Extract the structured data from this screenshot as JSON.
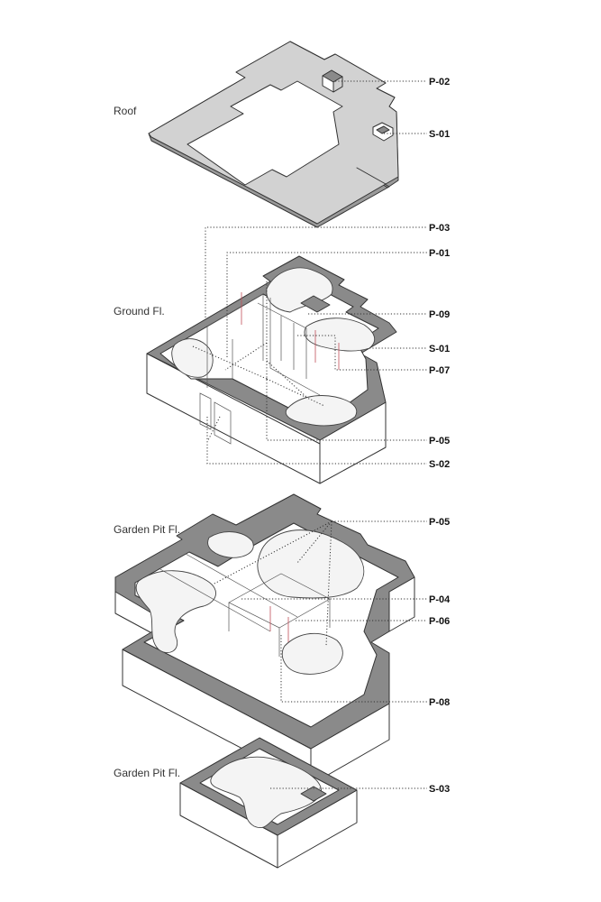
{
  "floors": [
    {
      "id": "roof",
      "label": "Roof"
    },
    {
      "id": "ground",
      "label": "Ground Fl."
    },
    {
      "id": "garden1",
      "label": "Garden Pit Fl."
    },
    {
      "id": "garden2",
      "label": "Garden Pit Fl."
    }
  ],
  "callouts": {
    "p02": "P-02",
    "s01_roof": "S-01",
    "p03": "P-03",
    "p01": "P-01",
    "p09": "P-09",
    "s01_ground": "S-01",
    "p07": "P-07",
    "p05_ground": "P-05",
    "s02": "S-02",
    "p05_garden": "P-05",
    "p04": "P-04",
    "p06": "P-06",
    "p08": "P-08",
    "s03": "S-03"
  },
  "colors": {
    "wall_cut": "#8a8a8a",
    "roof_slab": "#d2d2d2",
    "accent": "#c0505a",
    "ink": "#333333"
  }
}
